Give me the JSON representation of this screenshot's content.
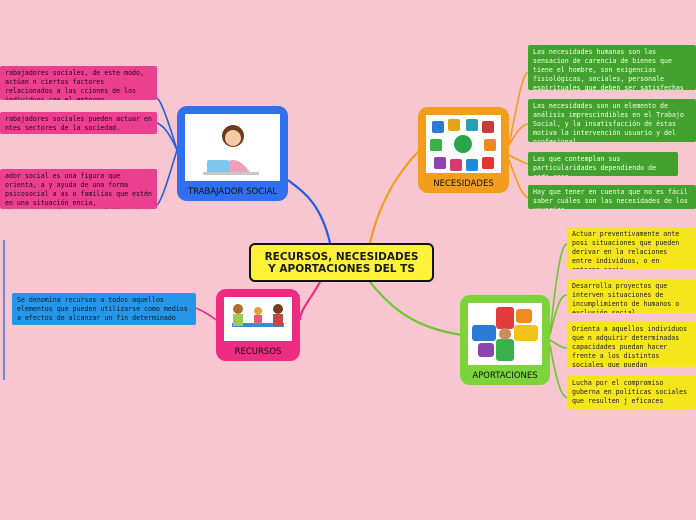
{
  "central_topic": "RECURSOS, NECESIDADES Y APORTACIONES DEL TS",
  "branches": {
    "trabajador_social": {
      "label": "TRABAJADOR SOCIAL",
      "color": "#2f6ff0",
      "items": [
        "rabajadores sociales, de este modo, actúan n ciertos factores relacionados a las cciones de los individuos con el entorno.",
        "rabajadores sociales pueden actuar en ntes sectores de la sociedad.",
        "ador social es una figura que orienta, a y ayuda de una forma psicosocial a as o familias que estén en una situación encia, desorganización, o ante pérdidas de económico como un trabajo o una ia"
      ]
    },
    "necesidades": {
      "label": "NECESIDADES",
      "color": "#f29d1b",
      "items": [
        "Las necesidades humanas son las sensacion de carencia de bienes que tiene el hombre, son exigencias fisiológicas, sociales, personale espirituales que deben ser satisfechas para viv",
        "Las necesidades son un elemento de análisis imprescindibles en el Trabajo Social, y la insatisfacción de éstas motiva la intervención usuario y del profesional.",
        "Las que contemplan sus particularidades dependiendo de cada caso",
        "Hay que tener en cuenta que no es fácil saber cuáles son las necesidades de los usuarios."
      ]
    },
    "recursos": {
      "label": "RECURSOS",
      "color": "#ee2b82",
      "items": [
        "Se denomina recursos a todos aquellos elementos que pueden utilizarse como medios a efectos de alcanzar un fin determinado"
      ]
    },
    "aportaciones": {
      "label": "APORTACIONES",
      "color": "#7dd33a",
      "items": [
        "Actuar preventivamente ante posi situaciones que pueden derivar en la relaciones entre individuos, o en entorno socia",
        "Desarrolla proyectos que interven situaciones de incumplimiento de humanos o exclusión social.",
        "Orienta a aquellos individuos que n adquirir determinadas capacidades puedan hacer frente a los distintos sociales que puedan afectarles",
        "Lucha por el compromiso guberna en políticas sociales que resulten j eficaces"
      ]
    }
  }
}
